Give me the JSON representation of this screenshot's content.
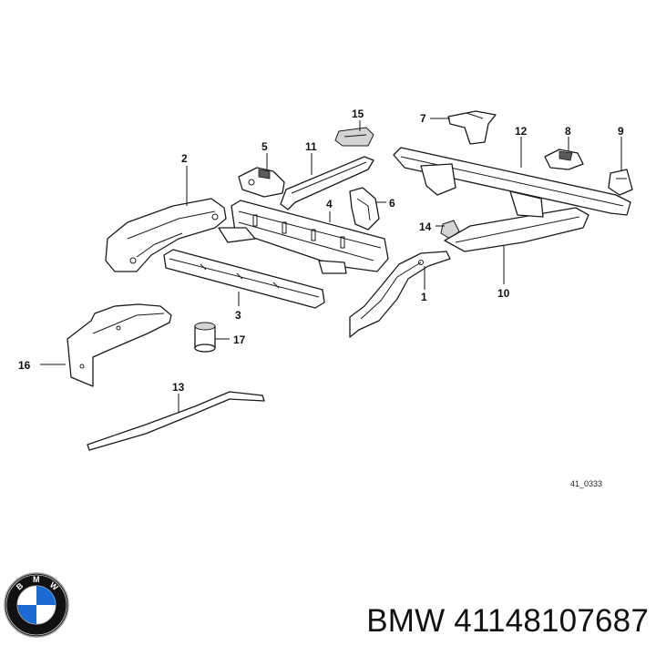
{
  "diagram": {
    "callouts": {
      "c1": "1",
      "c2": "2",
      "c3": "3",
      "c4": "4",
      "c5": "5",
      "c6": "6",
      "c7": "7",
      "c8": "8",
      "c9": "9",
      "c10": "10",
      "c11": "11",
      "c12": "12",
      "c13": "13",
      "c14": "14",
      "c15": "15",
      "c16": "16",
      "c17": "17"
    },
    "reference_code": "41_0333"
  },
  "logo": {
    "icon": "bmw-roundel-icon",
    "colors": {
      "blue": "#1c69d4",
      "ring": "#111111",
      "white": "#ffffff"
    }
  },
  "footer": {
    "part_label": "BMW 41148107687"
  }
}
